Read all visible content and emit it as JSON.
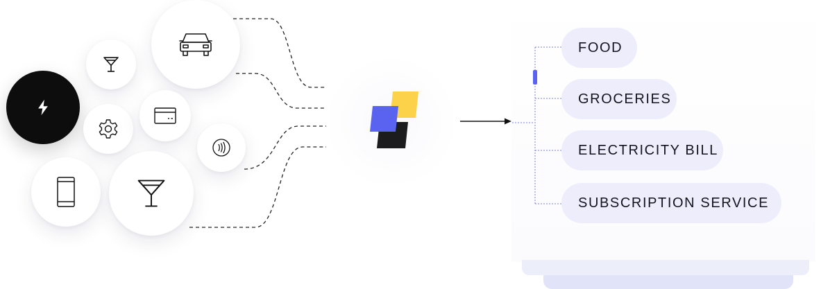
{
  "colors": {
    "ink": "#111111",
    "dark_bubble": "#0d0d0d",
    "accent_blue": "#5a63f0",
    "accent_yellow": "#fcd24a",
    "pill_background": "#eeedfb",
    "pill_text": "#14141e",
    "tree_line": "#7a7fd8"
  },
  "sources": [
    {
      "icon": "lightning-bolt-icon"
    },
    {
      "icon": "cocktail-glass-icon"
    },
    {
      "icon": "car-icon"
    },
    {
      "icon": "gear-icon"
    },
    {
      "icon": "credit-card-icon"
    },
    {
      "icon": "contactless-payment-icon"
    },
    {
      "icon": "smartphone-icon"
    },
    {
      "icon": "cocktail-glass-icon"
    }
  ],
  "hub": {
    "icon": "stacked-tiles-logo"
  },
  "categories": [
    {
      "label": "FOOD"
    },
    {
      "label": "GROCERIES"
    },
    {
      "label": "ELECTRICITY BILL"
    },
    {
      "label": "SUBSCRIPTION SERVICE"
    }
  ]
}
